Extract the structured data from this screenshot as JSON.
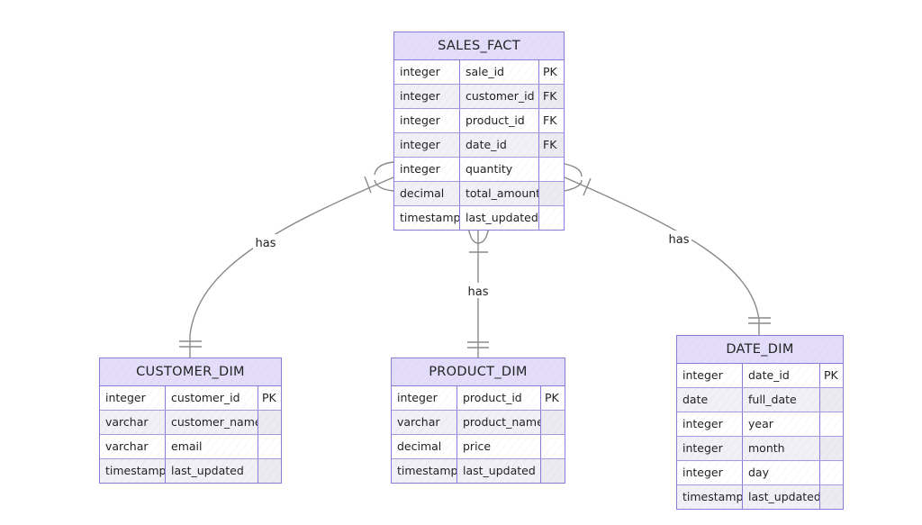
{
  "entities": {
    "sales_fact": {
      "name": "SALES_FACT",
      "columns": [
        {
          "type": "integer",
          "name": "sale_id",
          "key": "PK"
        },
        {
          "type": "integer",
          "name": "customer_id",
          "key": "FK"
        },
        {
          "type": "integer",
          "name": "product_id",
          "key": "FK"
        },
        {
          "type": "integer",
          "name": "date_id",
          "key": "FK"
        },
        {
          "type": "integer",
          "name": "quantity",
          "key": ""
        },
        {
          "type": "decimal",
          "name": "total_amount",
          "key": ""
        },
        {
          "type": "timestamp",
          "name": "last_updated",
          "key": ""
        }
      ]
    },
    "customer_dim": {
      "name": "CUSTOMER_DIM",
      "columns": [
        {
          "type": "integer",
          "name": "customer_id",
          "key": "PK"
        },
        {
          "type": "varchar",
          "name": "customer_name",
          "key": ""
        },
        {
          "type": "varchar",
          "name": "email",
          "key": ""
        },
        {
          "type": "timestamp",
          "name": "last_updated",
          "key": ""
        }
      ]
    },
    "product_dim": {
      "name": "PRODUCT_DIM",
      "columns": [
        {
          "type": "integer",
          "name": "product_id",
          "key": "PK"
        },
        {
          "type": "varchar",
          "name": "product_name",
          "key": ""
        },
        {
          "type": "decimal",
          "name": "price",
          "key": ""
        },
        {
          "type": "timestamp",
          "name": "last_updated",
          "key": ""
        }
      ]
    },
    "date_dim": {
      "name": "DATE_DIM",
      "columns": [
        {
          "type": "integer",
          "name": "date_id",
          "key": "PK"
        },
        {
          "type": "date",
          "name": "full_date",
          "key": ""
        },
        {
          "type": "integer",
          "name": "year",
          "key": ""
        },
        {
          "type": "integer",
          "name": "month",
          "key": ""
        },
        {
          "type": "integer",
          "name": "day",
          "key": ""
        },
        {
          "type": "timestamp",
          "name": "last_updated",
          "key": ""
        }
      ]
    }
  },
  "relationships": [
    {
      "from": "CUSTOMER_DIM",
      "to": "SALES_FACT",
      "label": "has"
    },
    {
      "from": "PRODUCT_DIM",
      "to": "SALES_FACT",
      "label": "has"
    },
    {
      "from": "DATE_DIM",
      "to": "SALES_FACT",
      "label": "has"
    }
  ],
  "colors": {
    "entity_border": "#8c7ad8",
    "entity_header": "#e3ddfa",
    "row_shade": "#f1f0f6",
    "connector": "#8a8a8a"
  }
}
